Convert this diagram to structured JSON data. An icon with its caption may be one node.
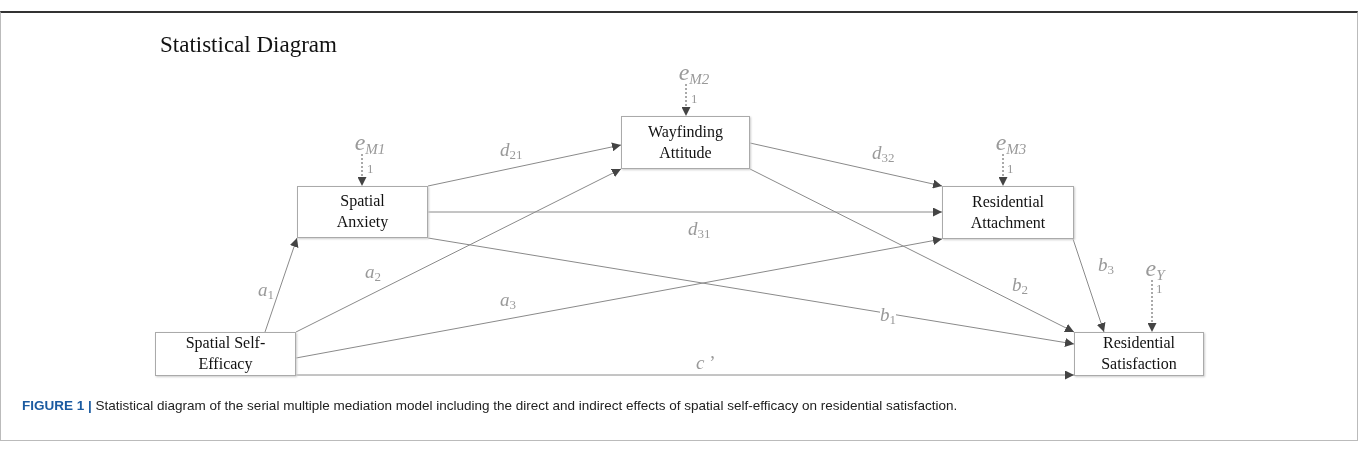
{
  "diagram": {
    "title": "Statistical Diagram",
    "caption": "**FIGURE 1 |** Statistical diagram of the serial multiple mediation model including the direct and indirect effects of spatial self-efficacy on residential satisfaction.",
    "nodes": [
      {
        "text": [
          "Spatial Self-Efficacy"
        ]
      },
      {
        "text": [
          "Spatial Anxiety"
        ]
      },
      {
        "text": [
          "Wayfinding Attitude"
        ]
      },
      {
        "text": [
          "Residential Attachment"
        ]
      },
      {
        "text": [
          "Residential Satisfaction"
        ]
      },
      {
        "text": [
          "e$_{M1}$"
        ]
      },
      {
        "text": [
          "e$_{M2}$"
        ]
      },
      {
        "text": [
          "e$_{M3}$"
        ]
      },
      {
        "text": [
          "e$_{Y}$"
        ]
      }
    ],
    "edges": [
      {
        "from": 0,
        "to": 1,
        "arrow": "to",
        "label": "*a*$_{1}$"
      },
      {
        "from": 0,
        "to": 2,
        "arrow": "to",
        "label": "*a*$_{2}$"
      },
      {
        "from": 0,
        "to": 3,
        "arrow": "to",
        "label": "*a*$_{3}$"
      },
      {
        "from": 0,
        "to": 4,
        "arrow": "to",
        "label": "*c* ’"
      },
      {
        "from": 1,
        "to": 2,
        "arrow": "to",
        "label": "*d*$_{21}$"
      },
      {
        "from": 1,
        "to": 3,
        "arrow": "to",
        "label": "*d*$_{31}$"
      },
      {
        "from": 1,
        "to": 4,
        "arrow": "to",
        "label": "*b*$_{1}$"
      },
      {
        "from": 2,
        "to": 3,
        "arrow": "to",
        "label": "*d*$_{32}$"
      },
      {
        "from": 2,
        "to": 4,
        "arrow": "to",
        "label": "*b*$_{2}$"
      },
      {
        "from": 3,
        "to": 4,
        "arrow": "to",
        "label": "*b*$_{3}$"
      },
      {
        "from": 5,
        "to": 1,
        "arrow": "to",
        "label": "1",
        "style": "dashed"
      },
      {
        "from": 6,
        "to": 2,
        "arrow": "to",
        "label": "1",
        "style": "dashed"
      },
      {
        "from": 7,
        "to": 3,
        "arrow": "to",
        "label": "1",
        "style": "dashed"
      },
      {
        "from": 8,
        "to": 4,
        "arrow": "to",
        "label": "1",
        "style": "dashed"
      }
    ]
  }
}
